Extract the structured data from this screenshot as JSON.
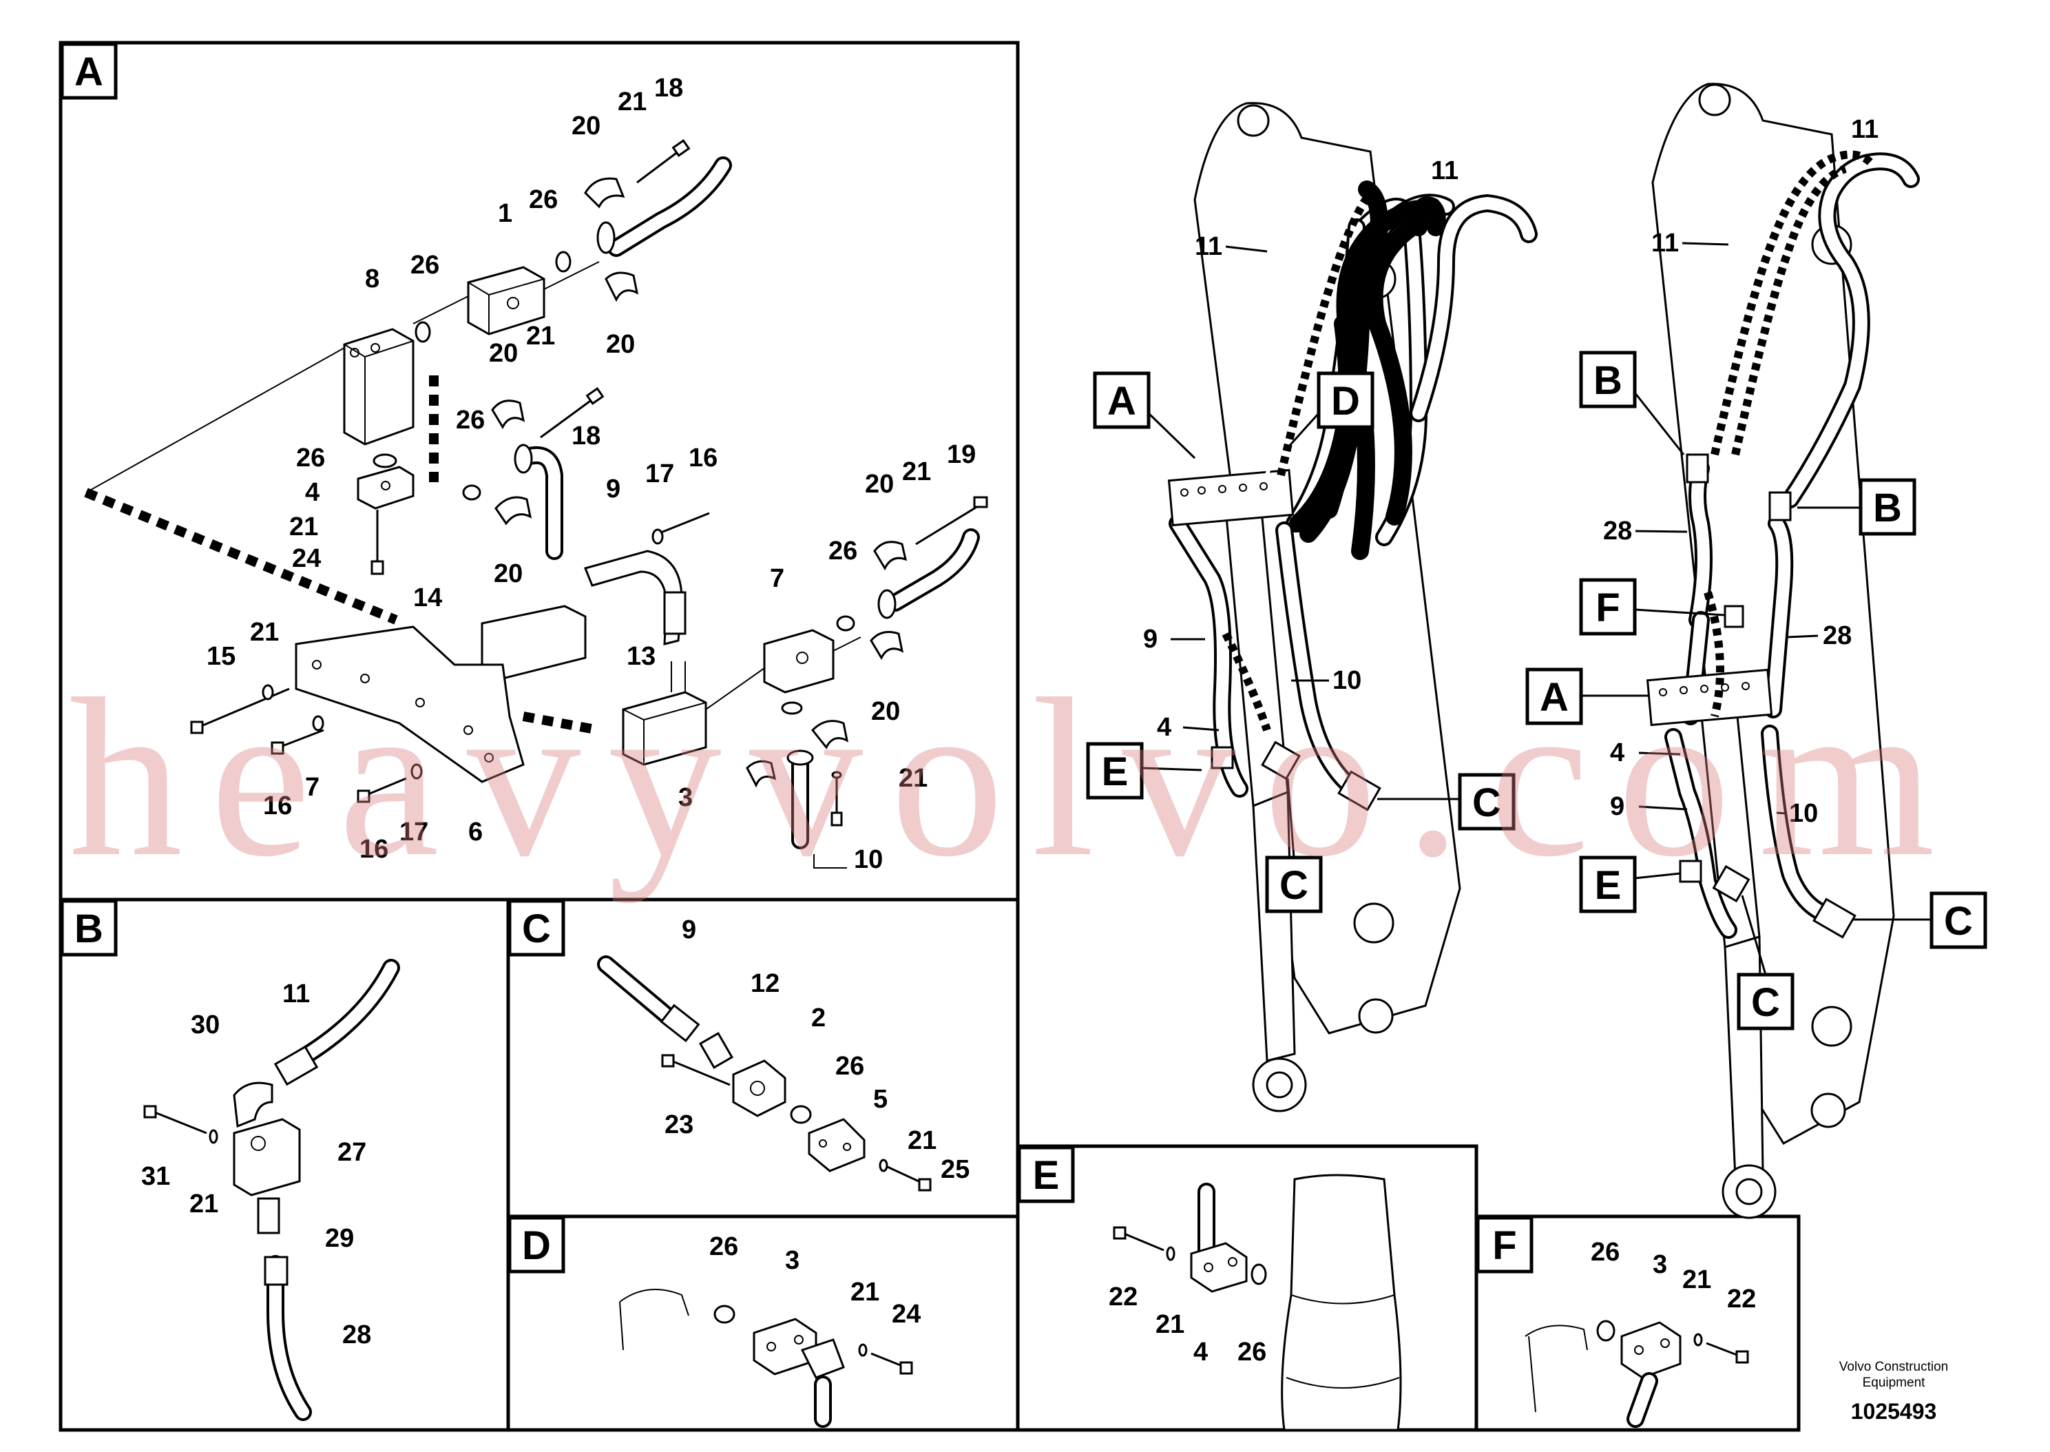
{
  "panels": {
    "A": "A",
    "B": "B",
    "C": "C",
    "D": "D",
    "E": "E",
    "F": "F"
  },
  "panel_a": {
    "callouts": [
      "1",
      "3",
      "4",
      "6",
      "7",
      "7",
      "8",
      "9",
      "10",
      "13",
      "14",
      "15",
      "16",
      "16",
      "16",
      "17",
      "17",
      "18",
      "18",
      "19",
      "20",
      "20",
      "20",
      "20",
      "20",
      "20",
      "21",
      "21",
      "21",
      "21",
      "21",
      "21",
      "24",
      "26",
      "26",
      "26",
      "26",
      "26"
    ]
  },
  "panel_b": {
    "callouts": [
      "11",
      "30",
      "27",
      "29",
      "28",
      "31",
      "21"
    ]
  },
  "panel_c": {
    "callouts": [
      "9",
      "12",
      "2",
      "26",
      "5",
      "21",
      "25",
      "23"
    ]
  },
  "panel_d": {
    "callouts": [
      "26",
      "3",
      "21",
      "24"
    ]
  },
  "panel_e": {
    "callouts": [
      "22",
      "21",
      "4",
      "26"
    ]
  },
  "panel_f": {
    "callouts": [
      "26",
      "3",
      "21",
      "22"
    ]
  },
  "boom_left": {
    "callouts": [
      "11",
      "11",
      "9",
      "10",
      "4"
    ],
    "badges": [
      "A",
      "D",
      "E",
      "C",
      "C"
    ]
  },
  "boom_right": {
    "callouts": [
      "11",
      "11",
      "28",
      "28",
      "4",
      "9",
      "10"
    ],
    "badges": [
      "B",
      "B",
      "F",
      "A",
      "E",
      "C",
      "C"
    ]
  },
  "footer": {
    "brand_line1": "Volvo Construction",
    "brand_line2": "Equipment",
    "doc_number": "1025493"
  },
  "watermark": "heavyvolvo.com"
}
